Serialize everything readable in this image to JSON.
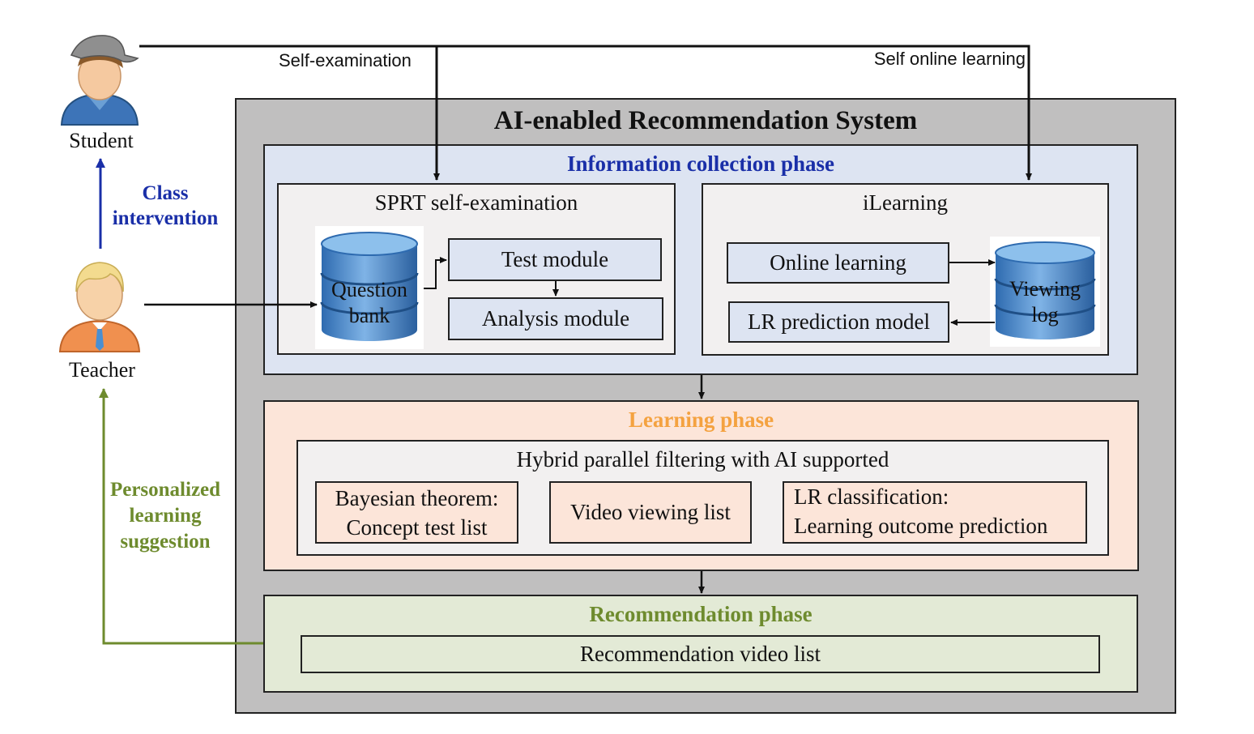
{
  "actors": {
    "student": {
      "label": "Student",
      "icon": "student-icon"
    },
    "teacher": {
      "label": "Teacher",
      "icon": "teacher-icon"
    }
  },
  "flows": {
    "self_examination": "Self-examination",
    "self_online_learning": "Self online learning",
    "class_intervention_line1": "Class",
    "class_intervention_line2": "intervention",
    "personalized_line1": "Personalized",
    "personalized_line2": "learning",
    "personalized_line3": "suggestion"
  },
  "system": {
    "title": "AI-enabled Recommendation System",
    "info_phase": {
      "title": "Information collection phase",
      "sprt": {
        "title": "SPRT self-examination",
        "question_bank_line1": "Question",
        "question_bank_line2": "bank",
        "test_module": "Test module",
        "analysis_module": "Analysis module"
      },
      "ilearning": {
        "title": "iLearning",
        "online_learning": "Online learning",
        "lr_prediction_model": "LR prediction model",
        "viewing_log_line1": "Viewing",
        "viewing_log_line2": "log"
      }
    },
    "learning_phase": {
      "title": "Learning phase",
      "hybrid_title": "Hybrid parallel filtering with AI supported",
      "bayesian_line1": "Bayesian theorem:",
      "bayesian_line2": "Concept test list",
      "video_viewing_list": "Video viewing list",
      "lr_class_line1": "LR classification:",
      "lr_class_line2": "Learning outcome prediction"
    },
    "recommendation_phase": {
      "title": "Recommendation phase",
      "video_list": "Recommendation video list"
    }
  },
  "colors": {
    "system_bg": "#c0bfbf",
    "info_bg": "#dde4f2",
    "inner_bg": "#f2f0f0",
    "module_bg": "#dde4f2",
    "learning_bg": "#fce5d9",
    "learning_title": "#f4a240",
    "reco_bg": "#e3ead6",
    "reco_title": "#6e8b2e",
    "blue_title": "#1a2fa8",
    "green_arrow": "#6e8b2e",
    "blue_arrow": "#1a2fa8",
    "db_blue": "#3f7fc0"
  }
}
